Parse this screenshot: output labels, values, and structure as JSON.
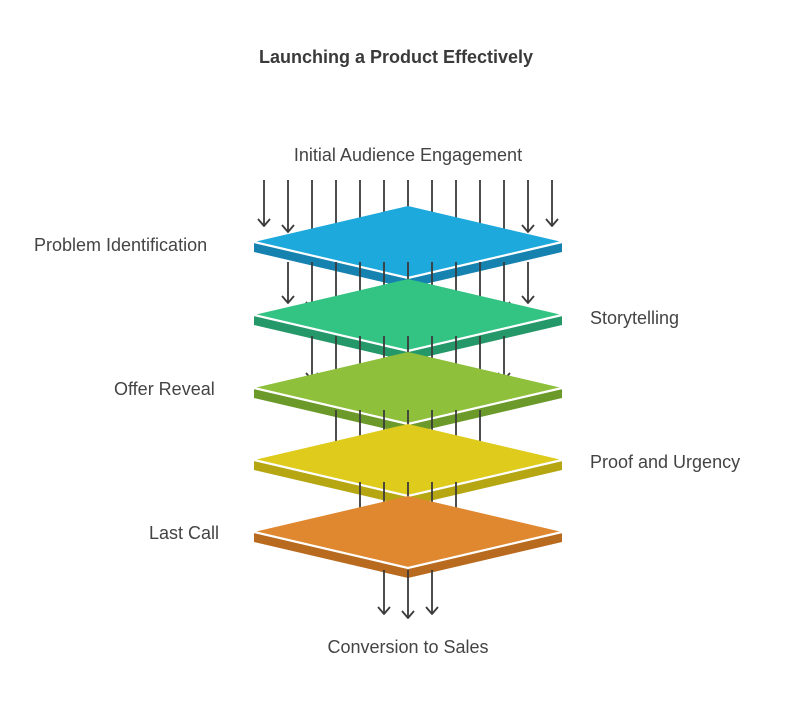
{
  "title": "Launching a Product Effectively",
  "top_label": "Initial Audience Engagement",
  "bottom_label": "Conversion to Sales",
  "layers": [
    {
      "label": "Problem Identification",
      "side": "left",
      "color": "#1ea9dd",
      "edge": "#1682b0"
    },
    {
      "label": "Storytelling",
      "side": "right",
      "color": "#33c383",
      "edge": "#25986a"
    },
    {
      "label": "Offer Reveal",
      "side": "left",
      "color": "#8fc03c",
      "edge": "#6b9a2b"
    },
    {
      "label": "Proof and Urgency",
      "side": "right",
      "color": "#dfcb1c",
      "edge": "#b6a612"
    },
    {
      "label": "Last Call",
      "side": "left",
      "color": "#e08830",
      "edge": "#b86a1e"
    }
  ],
  "arrow_color": "#3a3a3a"
}
